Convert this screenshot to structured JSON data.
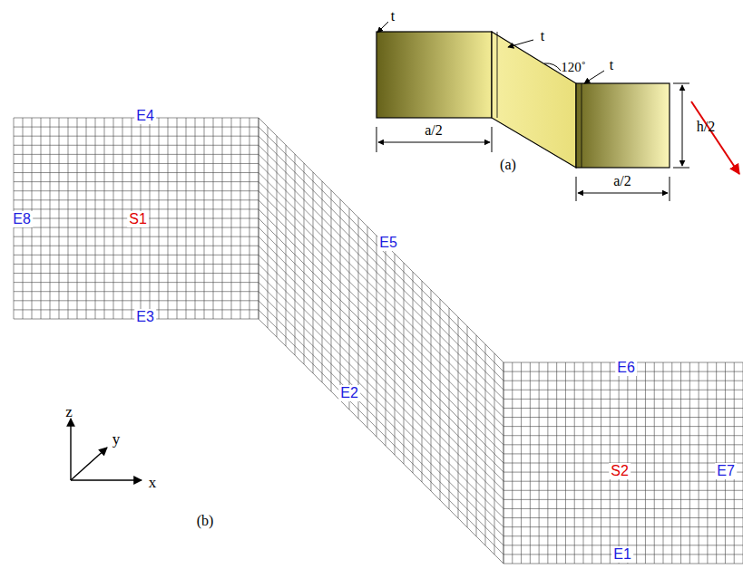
{
  "diagram": {
    "labels": [
      "t",
      "t",
      "120˚",
      "t",
      "h/2",
      "a/2",
      "a/2",
      "(a)",
      "E4",
      "E8",
      "S1",
      "E3",
      "E5",
      "E2",
      "E6",
      "S2",
      "E7",
      "E1",
      "z",
      "y",
      "x",
      "(b)"
    ]
  }
}
